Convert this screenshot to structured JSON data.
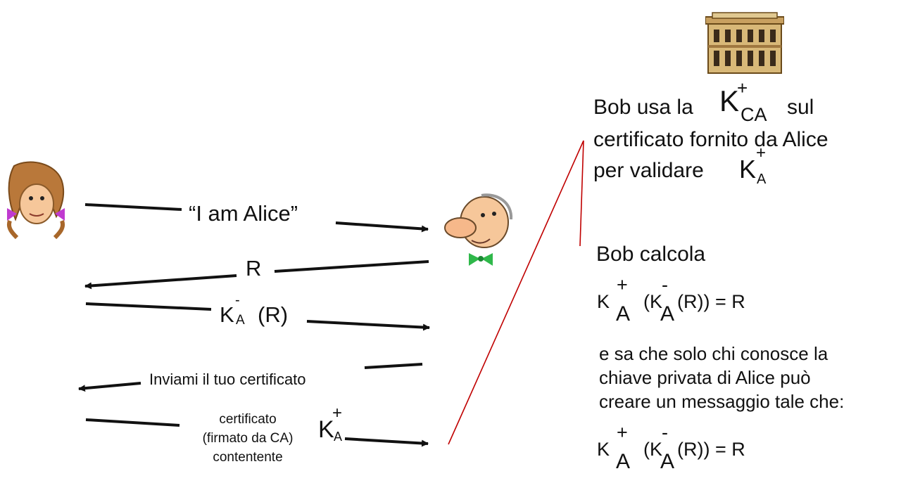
{
  "messages": {
    "m1": "“I am Alice”",
    "m2": "R",
    "m3_key": "K",
    "m3_sub": "A",
    "m3_sup": "-",
    "m3_arg": "(R)",
    "m4": "Inviami il tuo certificato",
    "m5_line1": "certificato",
    "m5_line2": "(firmato da CA)",
    "m5_line3": "contentente",
    "m5_key": "K",
    "m5_sub": "A",
    "m5_sup": "+"
  },
  "validate": {
    "p1": "Bob usa la",
    "k1": "K",
    "k1_sub": "CA",
    "k1_sup": "+",
    "p2": "sul",
    "line2": "certificato fornito da Alice",
    "p3": "per validare",
    "k2": "K",
    "k2_sub": "A",
    "k2_sup": "+"
  },
  "compute": {
    "title": "Bob calcola",
    "f_k1": "K",
    "f_sup1": "+",
    "f_sub1": "A",
    "f_open": "(K",
    "f_sup2": "-",
    "f_sub2": "A",
    "f_rest": "(R)) = R",
    "explain1": "e sa che solo chi conosce la",
    "explain2": "chiave privata di Alice può",
    "explain3": "creare un messaggio tale che:"
  },
  "colors": {
    "line": "#111111",
    "connector": "#c00000"
  }
}
